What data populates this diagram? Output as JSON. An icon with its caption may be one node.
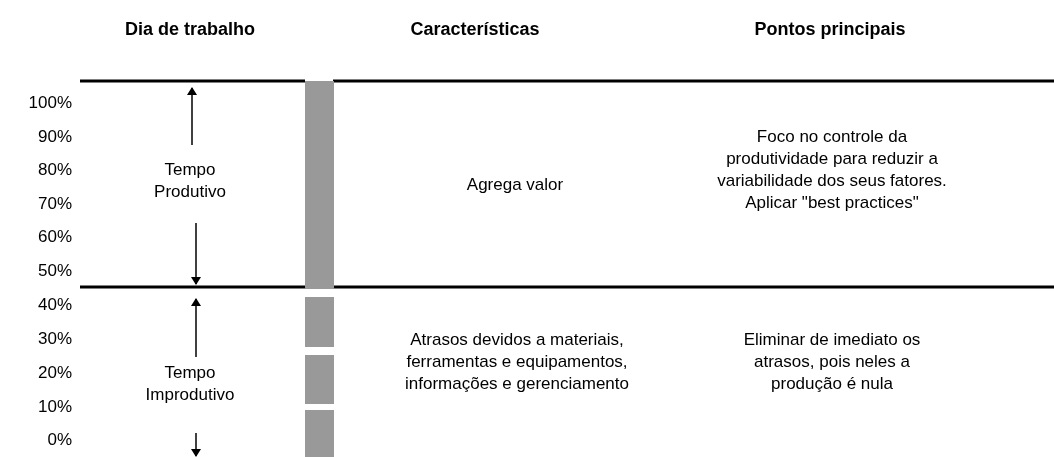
{
  "diagram": {
    "labels": [
      "Dia de trabalho",
      "Características",
      "Pontos principais",
      "100%",
      "90%",
      "80%",
      "70%",
      "60%",
      "50%",
      "40%",
      "30%",
      "20%",
      "10%",
      "0%",
      "Tempo Produtivo",
      "Agrega valor",
      "Foco no controle da produtividade para reduzir a variabilidade dos seus fatores. Aplicar \"best practices\"",
      "Tempo Improdutivo",
      "Atrasos devidos a materiais, ferramentas e equipamentos, informações e gerenciamento",
      "Eliminar de imediato os atrasos, pois  neles a produção é nula"
    ]
  }
}
